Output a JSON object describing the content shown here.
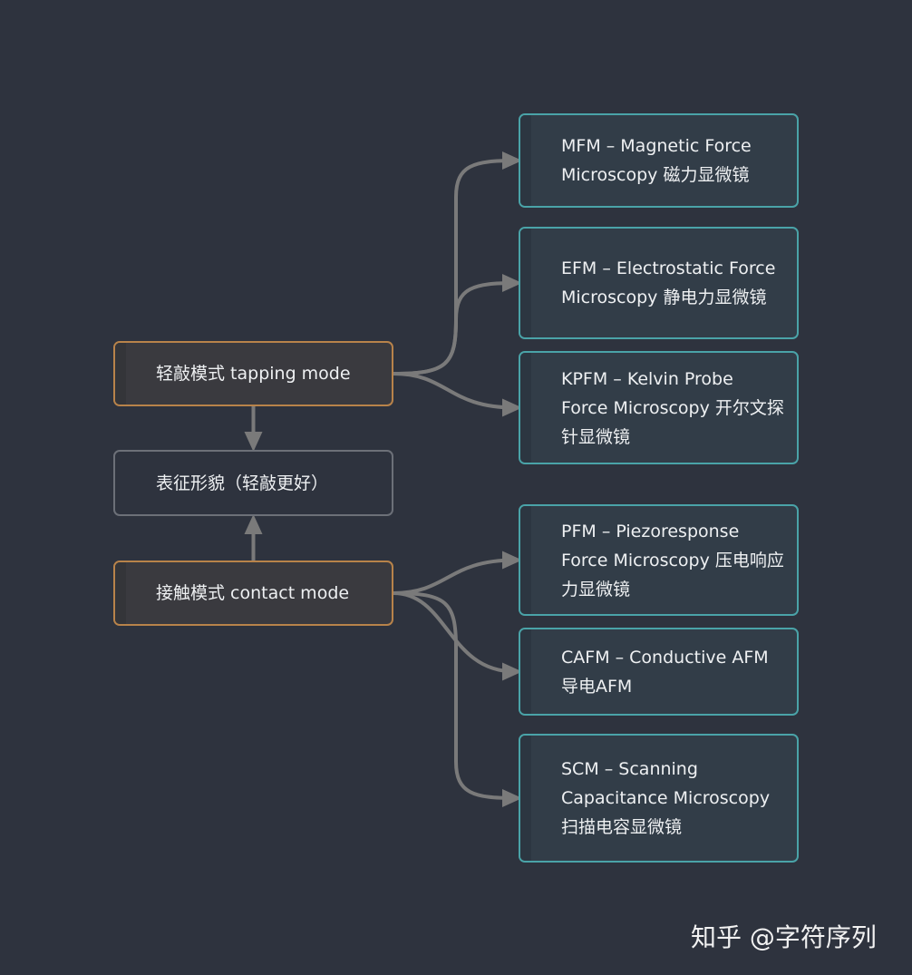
{
  "nodes": {
    "tapping": "轻敲模式 tapping mode",
    "morphology": "表征形貌（轻敲更好）",
    "contact": "接触模式 contact mode",
    "mfm": "MFM – Magnetic Force Microscopy 磁力显微镜",
    "efm": "EFM – Electrostatic Force Microscopy 静电力显微镜",
    "kpfm": "KPFM – Kelvin Probe Force Microscopy 开尔文探针显微镜",
    "pfm": "PFM – Piezoresponse Force Microscopy 压电响应力显微镜",
    "cafm": "CAFM – Conductive AFM 导电AFM",
    "scm": "SCM – Scanning Capacitance Microscopy 扫描电容显微镜"
  },
  "edges": [
    {
      "from": "tapping",
      "to": "mfm"
    },
    {
      "from": "tapping",
      "to": "efm"
    },
    {
      "from": "tapping",
      "to": "kpfm"
    },
    {
      "from": "tapping",
      "to": "morphology"
    },
    {
      "from": "contact",
      "to": "morphology"
    },
    {
      "from": "contact",
      "to": "pfm"
    },
    {
      "from": "contact",
      "to": "cafm"
    },
    {
      "from": "contact",
      "to": "scm"
    }
  ],
  "watermark": "知乎 @字符序列",
  "colors": {
    "background": "#2e333e",
    "mode_border": "#b8834a",
    "method_border": "#4aa3a8",
    "morphology_border": "#6c7078",
    "edge": "#7a7a7a"
  }
}
